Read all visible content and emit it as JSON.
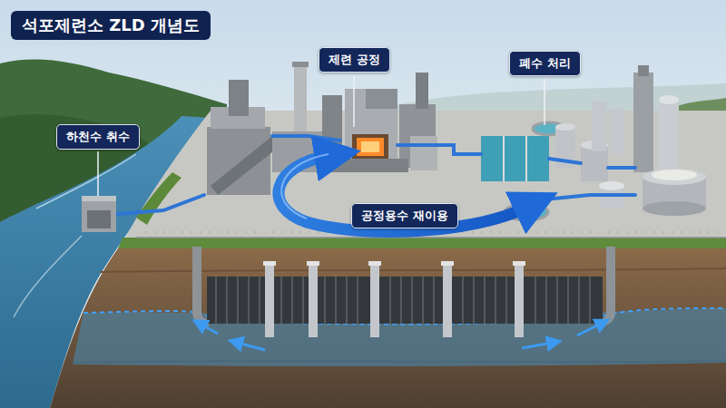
{
  "diagram": {
    "title": "석포제련소 ZLD 개념도",
    "nodes": [
      {
        "text": [
          "제련 공정"
        ]
      },
      {
        "text": [
          "폐수 처리"
        ]
      },
      {
        "text": [
          "하천수 취수"
        ]
      },
      {
        "text": [
          "공정용수 재이용"
        ]
      }
    ]
  }
}
